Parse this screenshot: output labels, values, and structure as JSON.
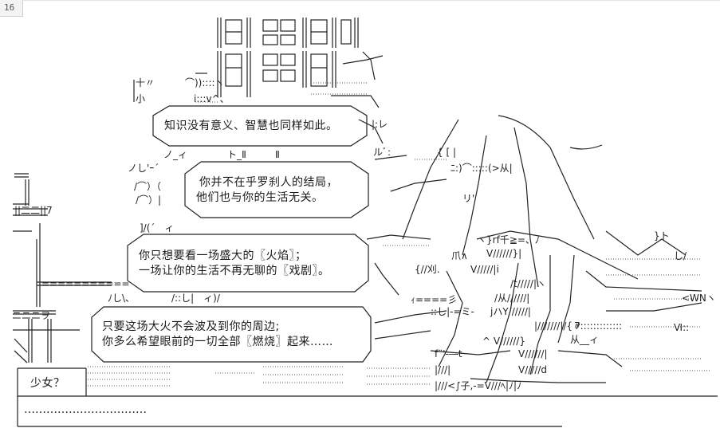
{
  "page_number": "16",
  "bubbles": {
    "b1": "知识没有意义、智慧也同样如此。",
    "b2_line1": "你并不在乎罗刹人的结局，",
    "b2_line2": "他们也与你的生活无关。",
    "b3_line1": "你只想要看一场盛大的〖火焰〗；",
    "b3_line2": "一场让你的生活不再无聊的〖戏剧〗。",
    "b4_line1": "只要这场大火不会波及到你的周边;",
    "b4_line2": "你多么希望眼前的一切全部〖燃烧〗起来……"
  },
  "dialogue": {
    "speaker": "少女？",
    "text": "……………………………"
  }
}
